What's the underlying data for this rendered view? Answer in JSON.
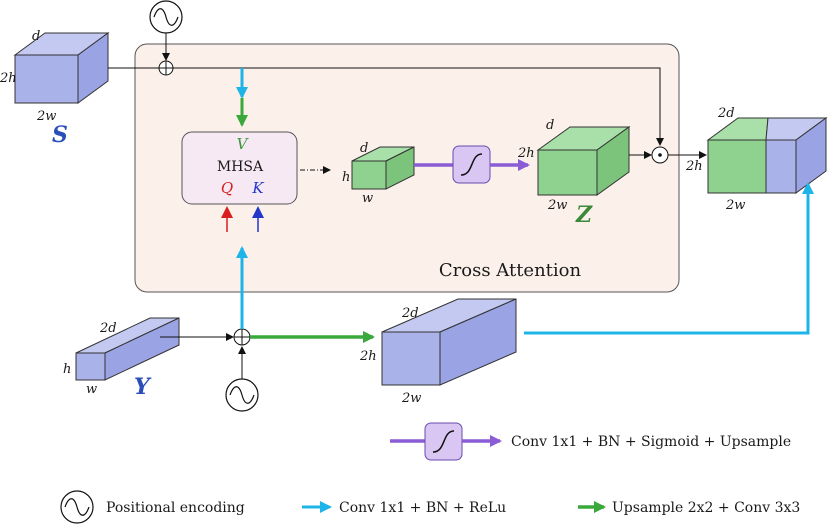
{
  "title": "",
  "container": {
    "label": "Cross Attention"
  },
  "mhsa": {
    "label": "MHSA",
    "q": "Q",
    "k": "K",
    "v": "V"
  },
  "cube_s": {
    "name": "S",
    "d": "d",
    "h": "2h",
    "w": "2w"
  },
  "cube_y": {
    "name": "Y",
    "d": "2d",
    "h": "h",
    "w": "w"
  },
  "cube_small": {
    "d": "d",
    "h": "h",
    "w": "w"
  },
  "cube_z": {
    "name": "Z",
    "d": "d",
    "h": "2h",
    "w": "2w"
  },
  "cube_up": {
    "d": "2d",
    "h": "2h",
    "w": "2w"
  },
  "cube_out": {
    "d": "2d",
    "h": "2h",
    "w": "2w"
  },
  "legend": {
    "sigmoid": "Conv 1x1 + BN + Sigmoid + Upsample",
    "positional": "Positional encoding",
    "cyan": "Conv 1x1 + BN + ReLu",
    "green": "Upsample 2x2 + Conv 3x3"
  },
  "colors": {
    "blue_cube": "#aab2ea",
    "green_cube": "#8fd18f",
    "cyan_arrow": "#1fb4e8",
    "green_arrow": "#3aa83a",
    "purple_arrow": "#8a5cd6",
    "sigmoid_fill": "#d9c6f2",
    "container_fill": "#fbf1ea",
    "mhsa_fill": "#f6e9f3",
    "q_red": "#d81e1e",
    "k_blue": "#2236c8",
    "v_green": "#3a9a3a",
    "label_blue": "#2a4fb8",
    "label_green": "#3a8a3a"
  }
}
